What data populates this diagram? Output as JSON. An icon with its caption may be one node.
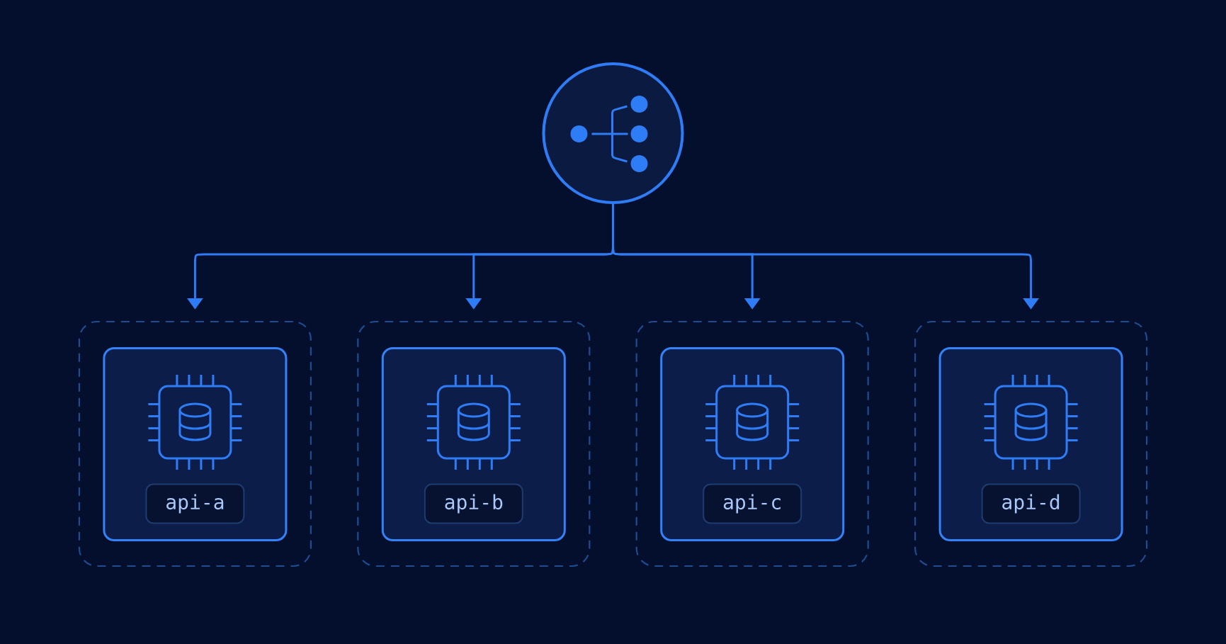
{
  "diagram": {
    "nodes": [
      {
        "text": [],
        "shape": "circle"
      },
      {
        "text": [],
        "shape": "box"
      },
      {
        "text": [],
        "shape": "box",
        "in": 1
      },
      {
        "text": [
          "api-a"
        ],
        "in": 2
      },
      {
        "text": [],
        "shape": "box"
      },
      {
        "text": [],
        "shape": "box",
        "in": 4
      },
      {
        "text": [
          "api-b"
        ],
        "in": 5
      },
      {
        "text": [],
        "shape": "box"
      },
      {
        "text": [],
        "shape": "box",
        "in": 7
      },
      {
        "text": [
          "api-c"
        ],
        "in": 8
      },
      {
        "text": [],
        "shape": "box"
      },
      {
        "text": [],
        "shape": "box",
        "in": 10
      },
      {
        "text": [
          "api-d"
        ],
        "in": 11
      }
    ],
    "edges": [
      {
        "from": 0,
        "to": 1,
        "arrow": "to"
      },
      {
        "from": 0,
        "to": 4,
        "arrow": "to"
      },
      {
        "from": 0,
        "to": 7,
        "arrow": "to"
      },
      {
        "from": 0,
        "to": 10,
        "arrow": "to"
      }
    ]
  }
}
